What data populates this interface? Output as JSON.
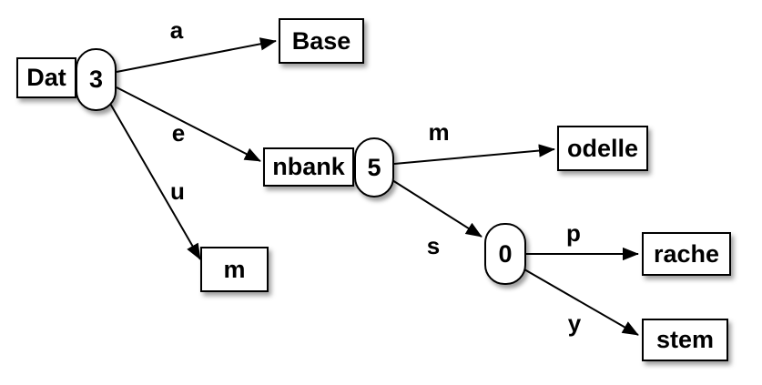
{
  "diagram": {
    "background": "#ffffff",
    "node_fill": "#ffffff",
    "node_border_color": "#000000",
    "edge_color": "#000000",
    "text_color": "#000000",
    "nodes": {
      "dat_box": "Dat",
      "dat_count": "3",
      "base_box": "Base",
      "nbank_box": "nbank",
      "nbank_count": "5",
      "m_box": "m",
      "odelle_box": "odelle",
      "suffix_count": "0",
      "rache_box": "rache",
      "stem_box": "stem"
    },
    "edge_labels": {
      "a": "a",
      "e": "e",
      "u": "u",
      "m": "m",
      "s": "s",
      "p": "p",
      "y": "y"
    }
  }
}
